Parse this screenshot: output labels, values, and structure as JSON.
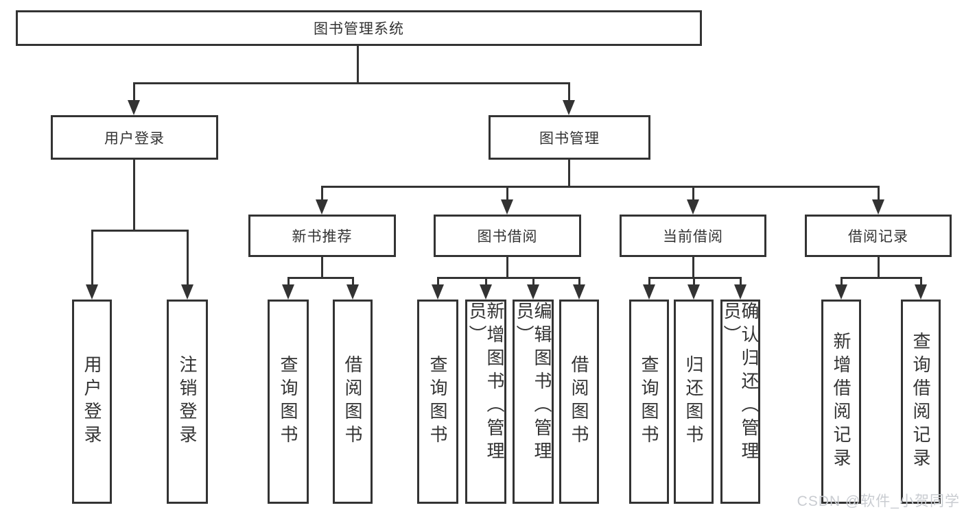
{
  "tree": {
    "root": {
      "label": "图书管理系统"
    },
    "branches": [
      {
        "label": "用户登录",
        "children": [
          {
            "label": "用户登录"
          },
          {
            "label": "注销登录"
          }
        ]
      },
      {
        "label": "图书管理",
        "children": [
          {
            "label": "新书推荐",
            "children": [
              {
                "label": "查询图书"
              },
              {
                "label": "借阅图书"
              }
            ]
          },
          {
            "label": "图书借阅",
            "children": [
              {
                "label": "查询图书"
              },
              {
                "label": "新增图书（管理员）"
              },
              {
                "label": "编辑图书（管理员）"
              },
              {
                "label": "借阅图书"
              }
            ]
          },
          {
            "label": "当前借阅",
            "children": [
              {
                "label": "查询图书"
              },
              {
                "label": "归还图书"
              },
              {
                "label": "确认归还（管理员）"
              }
            ]
          },
          {
            "label": "借阅记录",
            "children": [
              {
                "label": "新增借阅记录"
              },
              {
                "label": "查询借阅记录"
              }
            ]
          }
        ]
      }
    ]
  },
  "watermark": "CSDN @软件_小贺同学",
  "colors": {
    "line": "#333333",
    "text": "#333333",
    "box_background": "#ffffff",
    "page_background": "#ffffff",
    "watermark": "#c9ccd1"
  }
}
